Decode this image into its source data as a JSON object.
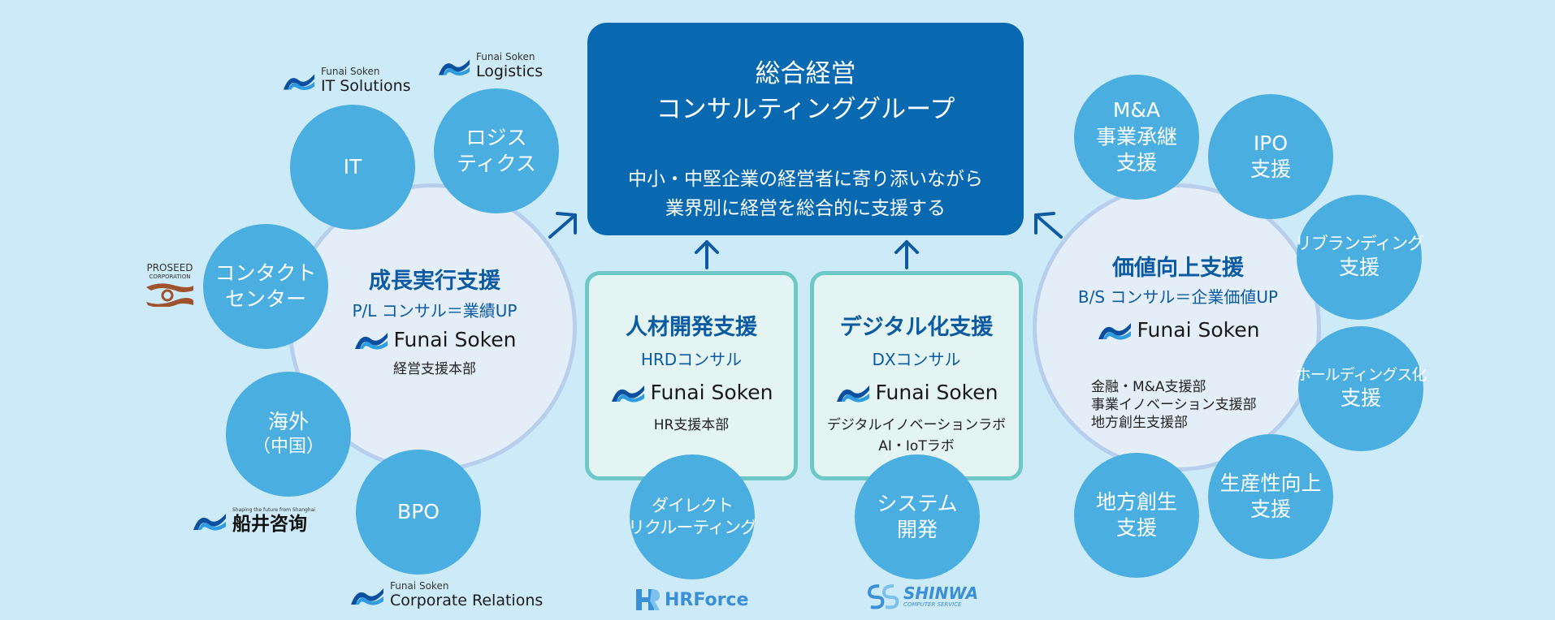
{
  "top": {
    "title_line1": "総合経営",
    "title_line2": "コンサルティンググループ",
    "desc_line1": "中小・中堅企業の経営者に寄り添いながら",
    "desc_line2": "業界別に経営を総合的に支援する"
  },
  "left_cluster": {
    "title": "成長実行支援",
    "subtitle": "P/L コンサル＝業績UP",
    "logo_text": "Funai Soken",
    "dept": "経営支援本部",
    "circles": {
      "it": "IT",
      "logistics_1": "ロジス",
      "logistics_2": "ティクス",
      "contact_1": "コンタクト",
      "contact_2": "センター",
      "overseas_1": "海外",
      "overseas_2": "（中国）",
      "bpo": "BPO"
    }
  },
  "left_brands": {
    "it_small": "Funai Soken",
    "it_large": "IT Solutions",
    "log_small": "Funai Soken",
    "log_large": "Logistics",
    "proseed_1": "PROSEED",
    "proseed_2": "CORPORATION",
    "shanghai_small": "Shaping the future from Shanghai",
    "shanghai_large": "船井咨询",
    "cr_small": "Funai Soken",
    "cr_large": "Corporate Relations"
  },
  "hrd_box": {
    "title": "人材開発支援",
    "sub": "HRDコンサル",
    "logo_text": "Funai Soken",
    "note": "HR支援本部",
    "circle_1": "ダイレクト",
    "circle_2": "リクルーティング",
    "brand": "HRForce"
  },
  "dx_box": {
    "title": "デジタル化支援",
    "sub": "DXコンサル",
    "logo_text": "Funai Soken",
    "note_1": "デジタルイノベーションラボ",
    "note_2": "AI・IoTラボ",
    "circle_1": "システム",
    "circle_2": "開発",
    "brand_1": "SHINWA",
    "brand_2": "COMPUTER SERVICE"
  },
  "right_cluster": {
    "title": "価値向上支援",
    "subtitle": "B/S コンサル＝企業価値UP",
    "logo_text": "Funai Soken",
    "dept_1": "金融・M&A支援部",
    "dept_2": "事業イノベーション支援部",
    "dept_3": "地方創生支援部",
    "circles": {
      "ma_1": "M&A",
      "ma_2": "事業承継",
      "ma_3": "支援",
      "ipo_1": "IPO",
      "ipo_2": "支援",
      "rebrand_1": "リブランディング",
      "rebrand_2": "支援",
      "holding_1": "ホールディングス化",
      "holding_2": "支援",
      "productivity_1": "生産性向上",
      "productivity_2": "支援",
      "regional_1": "地方創生",
      "regional_2": "支援"
    }
  },
  "colors": {
    "background": "#cdeaf8",
    "top_box": "#0869b1",
    "circle": "#4aaee0",
    "cluster_fill": "#e3eef9",
    "cluster_border": "#b7cfec",
    "mid_fill": "#e3f4f3",
    "mid_border": "#6ec8c6",
    "accent_text": "#0b5aa2",
    "arrow": "#0b5aa2"
  }
}
